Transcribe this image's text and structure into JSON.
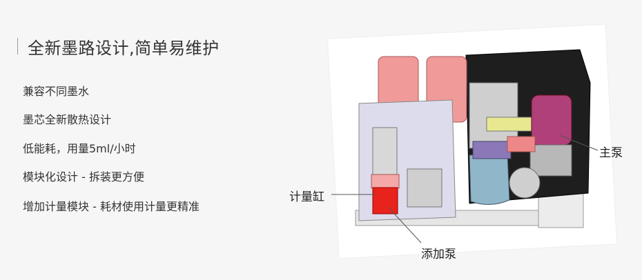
{
  "header": {
    "title": "全新墨路设计,简单易维护"
  },
  "features": [
    "兼容不同墨水",
    "墨芯全新散热设计",
    "低能耗，用量5ml/小时",
    "模块化设计 - 拆装更方便",
    "增加计量模块 - 耗材使用计量更精准"
  ],
  "callouts": {
    "metering_cylinder": "计量缸",
    "add_pump": "添加泵",
    "main_pump": "主泵"
  },
  "colors": {
    "pink": "#f09a9a",
    "red": "#e8231c",
    "purple": "#b0407a",
    "teal": "#8fb7c9",
    "black": "#1e1e1e"
  }
}
